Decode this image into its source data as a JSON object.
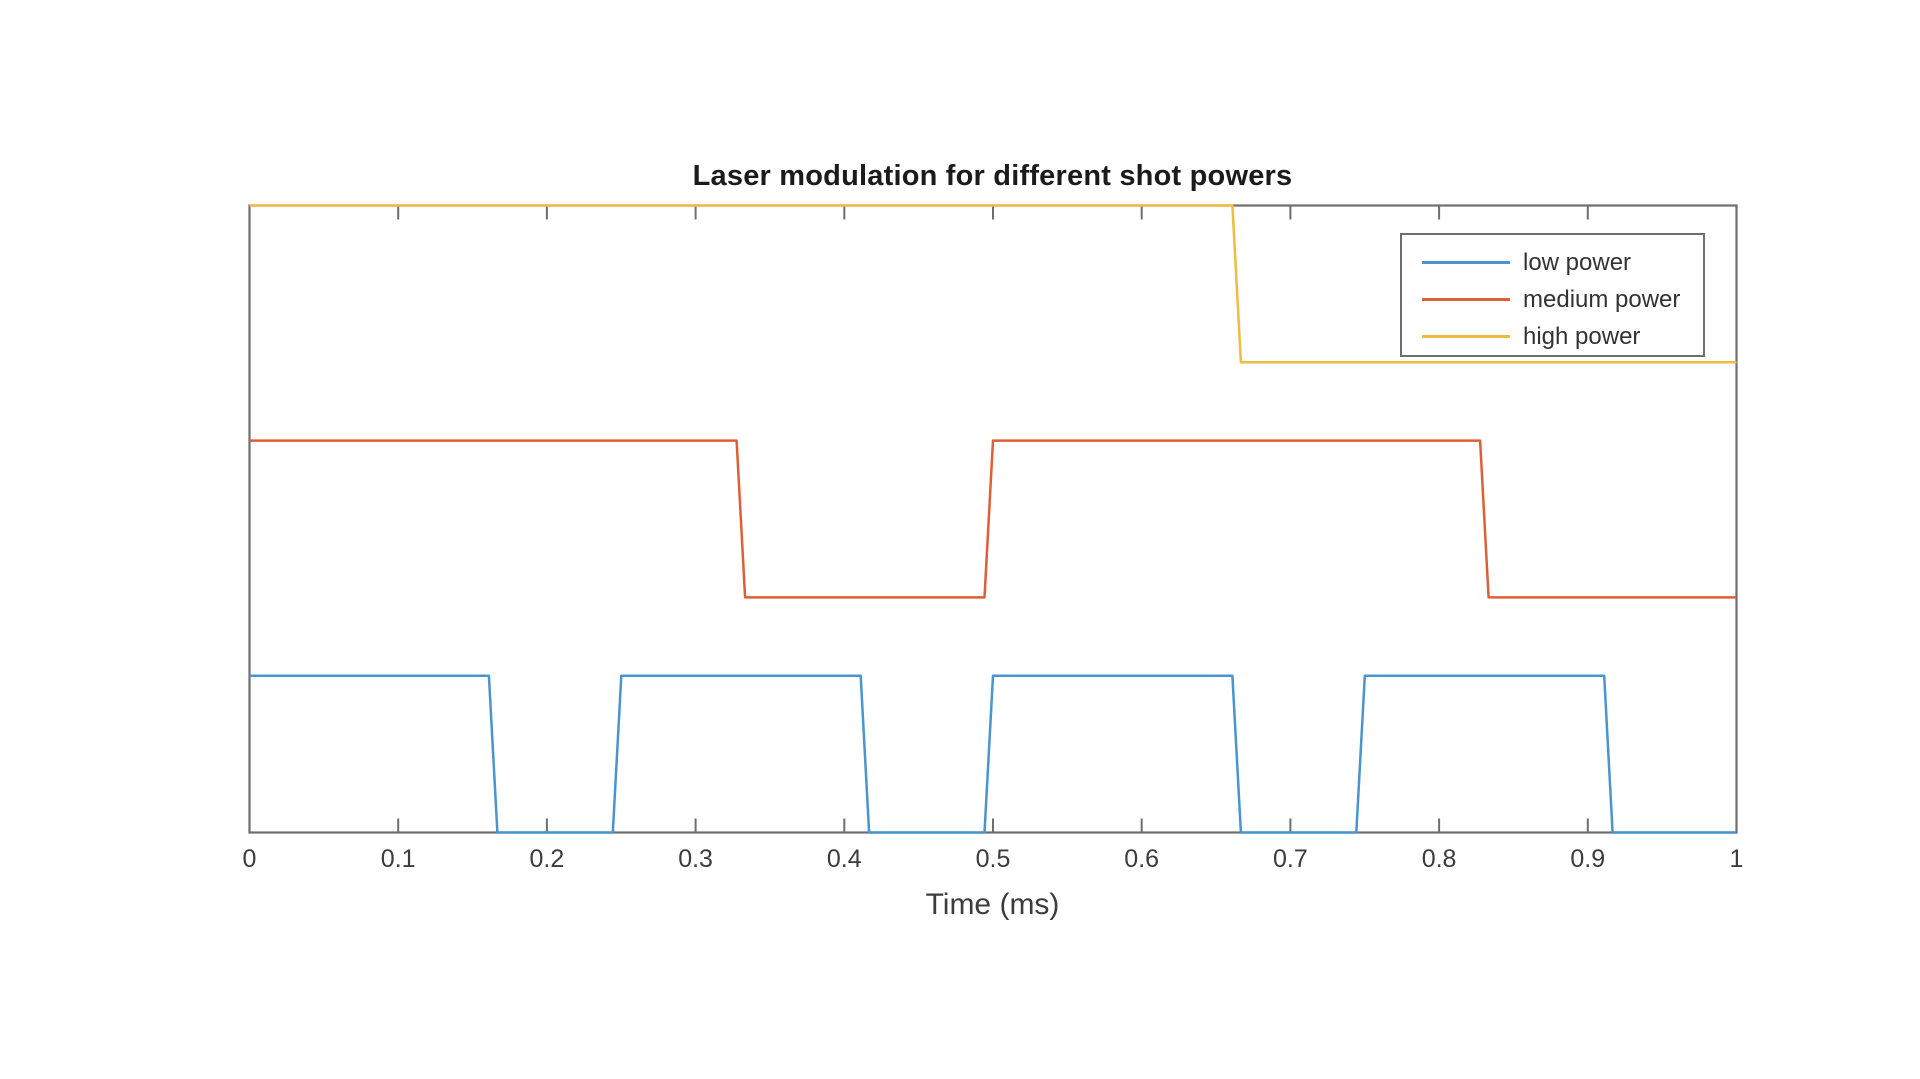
{
  "chart_data": {
    "type": "line",
    "title": "Laser modulation for different shot powers",
    "xlabel": "Time (ms)",
    "ylabel": "",
    "xlim": [
      0,
      1
    ],
    "ylim": [
      0,
      4
    ],
    "x_tick_labels": [
      "0",
      "0.1",
      "0.2",
      "0.3",
      "0.4",
      "0.5",
      "0.6",
      "0.7",
      "0.8",
      "0.9",
      "1"
    ],
    "x_tick_values": [
      0,
      0.1,
      0.2,
      0.3,
      0.4,
      0.5,
      0.6,
      0.7,
      0.8,
      0.9,
      1
    ],
    "y_tick_labels": [],
    "grid": false,
    "legend_position": "northeast",
    "axis_color": "#6e6e6e",
    "series": [
      {
        "name": "low power",
        "color": "#4A94CF",
        "points": [
          [
            0,
            1
          ],
          [
            0.161,
            1
          ],
          [
            0.1667,
            0
          ],
          [
            0.2443,
            0
          ],
          [
            0.25,
            1
          ],
          [
            0.411,
            1
          ],
          [
            0.4167,
            0
          ],
          [
            0.4943,
            0
          ],
          [
            0.5,
            1
          ],
          [
            0.661,
            1
          ],
          [
            0.6667,
            0
          ],
          [
            0.7443,
            0
          ],
          [
            0.75,
            1
          ],
          [
            0.911,
            1
          ],
          [
            0.9167,
            0
          ],
          [
            1,
            0
          ]
        ]
      },
      {
        "name": "medium power",
        "color": "#DE5F37",
        "points": [
          [
            0,
            2.5
          ],
          [
            0.3276,
            2.5
          ],
          [
            0.3333,
            1.5
          ],
          [
            0.4943,
            1.5
          ],
          [
            0.5,
            2.5
          ],
          [
            0.8276,
            2.5
          ],
          [
            0.8333,
            1.5
          ],
          [
            1,
            1.5
          ]
        ]
      },
      {
        "name": "high power",
        "color": "#EFBB41",
        "points": [
          [
            0,
            4
          ],
          [
            0.661,
            4
          ],
          [
            0.6667,
            3
          ],
          [
            1,
            3
          ]
        ]
      }
    ]
  }
}
